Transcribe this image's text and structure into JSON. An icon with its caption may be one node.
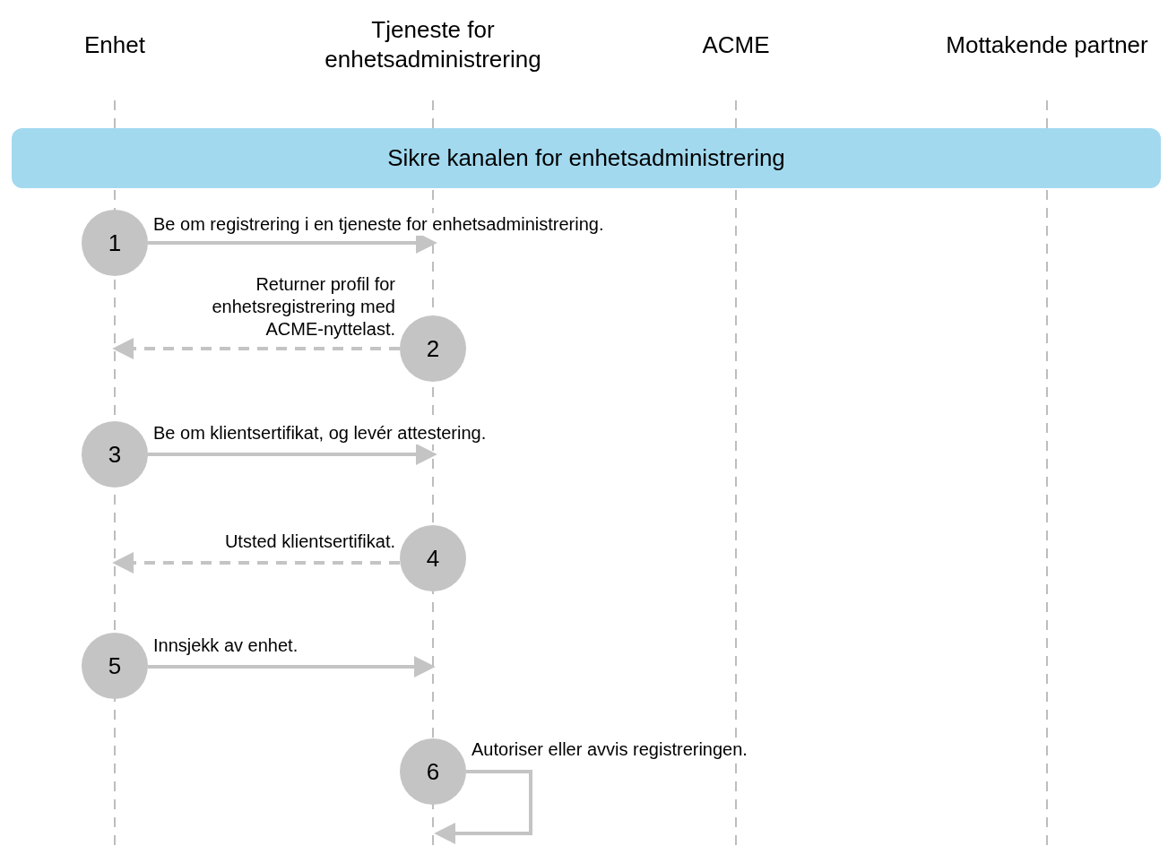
{
  "diagram": {
    "nodes": [
      {
        "text": [
          "Sikre kanalen for enhetsadministrering"
        ]
      },
      {
        "text": [
          "1"
        ]
      },
      {
        "text": [
          "2"
        ]
      },
      {
        "text": [
          "3"
        ]
      },
      {
        "text": [
          "4"
        ]
      },
      {
        "text": [
          "5"
        ]
      },
      {
        "text": [
          "6"
        ]
      }
    ],
    "edges": [
      {
        "from": 1,
        "to": null,
        "arrow": "to",
        "label": "Be om registrering i en tjeneste for enhetsadministrering."
      },
      {
        "from": 2,
        "to": null,
        "arrow": "to",
        "style": "dashed",
        "label": "Returner profil for enhetsregistrering med ACME-nyttelast."
      },
      {
        "from": 3,
        "to": null,
        "arrow": "to",
        "label": "Be om klientsertifikat, og levér attestering."
      },
      {
        "from": 4,
        "to": null,
        "arrow": "to",
        "style": "dashed",
        "label": "Utsted klientsertifikat."
      },
      {
        "from": 5,
        "to": null,
        "arrow": "to",
        "label": "Innsjekk av enhet."
      },
      {
        "from": 6,
        "to": null,
        "arrow": "to",
        "label": "Autoriser eller avvis registreringen."
      }
    ],
    "labels": [
      "Enhet",
      "Tjeneste for enhetsadministrering",
      "ACME",
      "Mottakende partner"
    ]
  }
}
